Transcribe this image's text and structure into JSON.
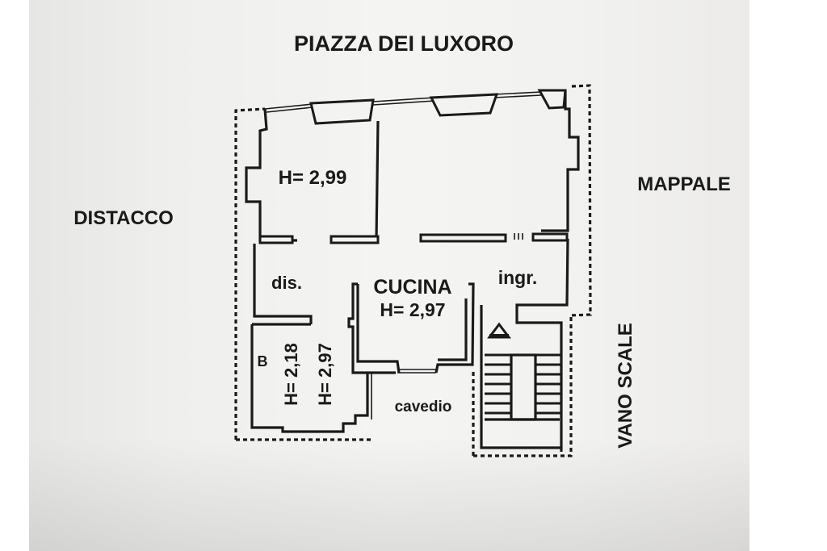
{
  "plan": {
    "street_label": "PIAZZA DEI LUXORO",
    "left_label": "DISTACCO",
    "right_label": "MAPPALE",
    "stair_side_label": "VANO SCALE",
    "rooms": [
      {
        "id": "camera",
        "label": "",
        "height": "H= 2,99"
      },
      {
        "id": "soggiorno",
        "label": "",
        "height": ""
      },
      {
        "id": "dis",
        "label": "dis.",
        "height": ""
      },
      {
        "id": "cucina",
        "label": "CUCINA",
        "height": "H= 2,97"
      },
      {
        "id": "ingr",
        "label": "ingr.",
        "height": ""
      },
      {
        "id": "bagno",
        "label": "B",
        "heights": [
          "H= 2,18",
          "H= 2,97"
        ]
      },
      {
        "id": "cavedio",
        "label": "cavedio",
        "height": ""
      }
    ],
    "entrance_symbol": "entrance-triangle-icon",
    "colors": {
      "ink": "#1a1a1a",
      "paper": "#f0f0ee",
      "margin": "#ffffff"
    }
  }
}
